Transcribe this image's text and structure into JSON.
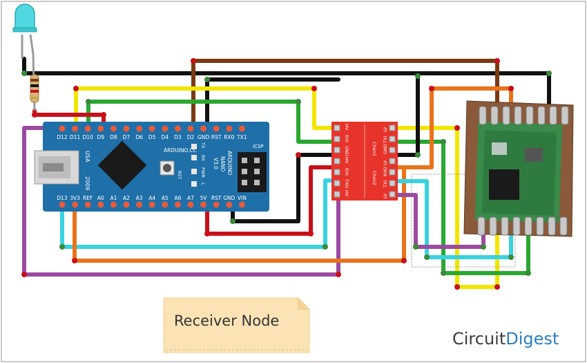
{
  "nano": {
    "top_pins": [
      "D12",
      "D11",
      "D10",
      "D9",
      "D8",
      "D7",
      "D6",
      "D5",
      "D4",
      "D3",
      "D2",
      "GND",
      "RST",
      "RX0",
      "TX1"
    ],
    "bottom_pins": [
      "D13",
      "3V3",
      "REF",
      "A0",
      "A1",
      "A2",
      "A3",
      "A4",
      "A5",
      "A6",
      "A7",
      "5V",
      "RST",
      "GND",
      "VIN"
    ],
    "usa_label": "USA",
    "year_label": "2009",
    "site_label": "ARDUINO.CC",
    "model_label": "ARDUINO\nNANO\nV3.0",
    "model_line1": "ARDUINO",
    "model_line2": "NANO",
    "model_line3": "V3.0",
    "icsp_label": "ICSP",
    "rst_label": "RST",
    "led_labels": [
      "TX",
      "RX",
      "PWR",
      "L"
    ]
  },
  "converter": {
    "left_pins": [
      "HV",
      "RXI",
      "GND",
      "HV",
      "RXI",
      "TXO",
      "HV"
    ],
    "right_pins": [
      "LV",
      "TXI",
      "GND",
      "LV",
      "RXO",
      "TXI",
      "LV"
    ],
    "chan1": "Chan1",
    "chan2": "Chan2"
  },
  "note": {
    "text": "Receiver Node"
  },
  "brand": {
    "part1": "Circuit",
    "part2": "Digest"
  },
  "colors": {
    "nano_board": "#1f6fa8",
    "converter_board": "#e8332a",
    "lora_pcb": "#8a5a3a",
    "note_fill": "#fbe3b5",
    "brand_blue": "#2a7fc0"
  }
}
